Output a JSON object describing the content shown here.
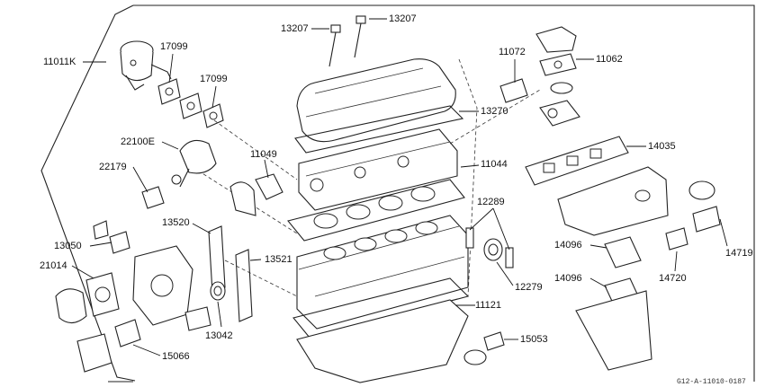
{
  "labels": {
    "kit": "11011K",
    "p17099a": "17099",
    "p17099b": "17099",
    "p13207a": "13207",
    "p13207b": "13207",
    "p11072": "11072",
    "p11062": "11062",
    "p13270": "13270",
    "p22100e": "22100E",
    "p22179": "22179",
    "p11049": "11049",
    "p11044": "11044",
    "p14035": "14035",
    "p12289": "12289",
    "p13520": "13520",
    "p13050": "13050",
    "p21014": "21014",
    "p13521": "13521",
    "p12279": "12279",
    "p14096a": "14096",
    "p14096b": "14096",
    "p14720": "14720",
    "p14719": "14719",
    "p11121": "11121",
    "p13042": "13042",
    "p15053": "15053",
    "p15066": "15066"
  },
  "footer_code": "G12-A-11010-0187"
}
